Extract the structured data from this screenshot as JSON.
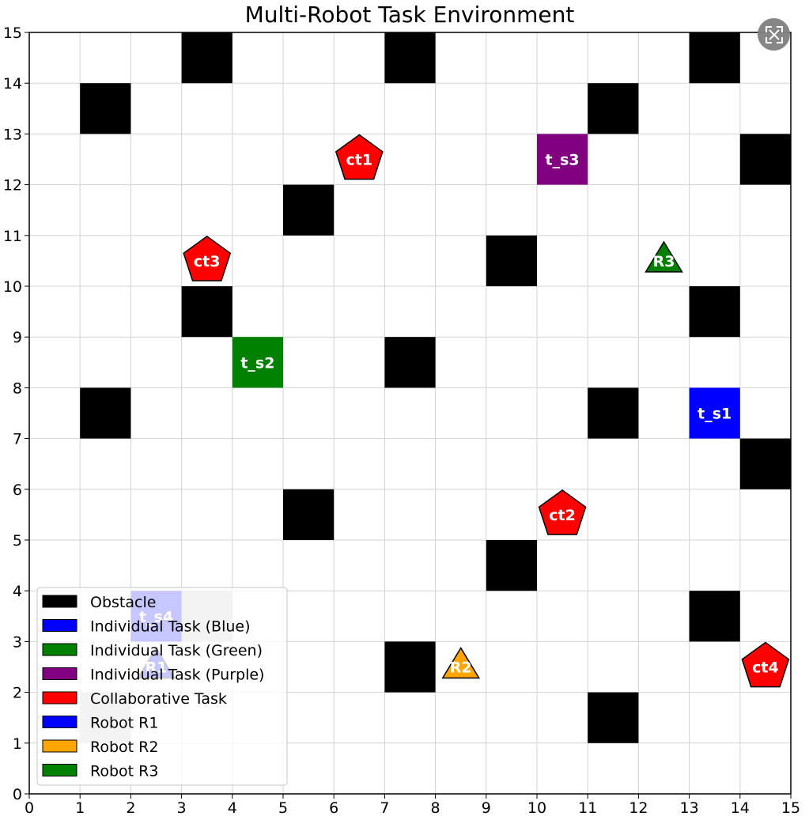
{
  "chart_data": {
    "type": "grid-map",
    "title": "Multi-Robot Task Environment",
    "xlim": [
      0,
      15
    ],
    "ylim": [
      0,
      15
    ],
    "grid": true,
    "x_ticks": [
      "0",
      "1",
      "2",
      "3",
      "4",
      "5",
      "6",
      "7",
      "8",
      "9",
      "10",
      "11",
      "12",
      "13",
      "14",
      "15"
    ],
    "y_ticks": [
      "0",
      "1",
      "2",
      "3",
      "4",
      "5",
      "6",
      "7",
      "8",
      "9",
      "10",
      "11",
      "12",
      "13",
      "14",
      "15"
    ],
    "obstacles": [
      [
        3,
        14
      ],
      [
        7,
        14
      ],
      [
        13,
        14
      ],
      [
        1,
        13
      ],
      [
        11,
        13
      ],
      [
        14,
        12
      ],
      [
        5,
        11
      ],
      [
        9,
        10
      ],
      [
        3,
        9
      ],
      [
        13,
        9
      ],
      [
        7,
        8
      ],
      [
        1,
        7
      ],
      [
        11,
        7
      ],
      [
        14,
        6
      ],
      [
        5,
        5
      ],
      [
        9,
        4
      ],
      [
        13,
        3
      ],
      [
        7,
        2
      ],
      [
        11,
        1
      ]
    ],
    "highlighted_cells": [
      [
        3,
        3
      ],
      [
        1,
        1
      ]
    ],
    "individual_tasks": [
      {
        "label": "t_s1",
        "x": 13,
        "y": 7,
        "color": "#0000ff"
      },
      {
        "label": "t_s2",
        "x": 4,
        "y": 8,
        "color": "#008000"
      },
      {
        "label": "t_s3",
        "x": 10,
        "y": 12,
        "color": "#800080"
      },
      {
        "label": "t_s4",
        "x": 2,
        "y": 3,
        "color": "#0000ff"
      }
    ],
    "collaborative_tasks": [
      {
        "label": "ct1",
        "x": 6.5,
        "y": 12.5
      },
      {
        "label": "ct2",
        "x": 10.5,
        "y": 5.5
      },
      {
        "label": "ct3",
        "x": 3.5,
        "y": 10.5
      },
      {
        "label": "ct4",
        "x": 14.5,
        "y": 2.5
      }
    ],
    "robots": [
      {
        "label": "R1",
        "x": 2.5,
        "y": 2.5,
        "color": "#0000ff"
      },
      {
        "label": "R2",
        "x": 8.5,
        "y": 2.5,
        "color": "#ffa500"
      },
      {
        "label": "R3",
        "x": 12.5,
        "y": 10.5,
        "color": "#008000"
      }
    ],
    "legend": {
      "placement": "lower-left",
      "entries": [
        {
          "label": "Obstacle",
          "color": "#000000"
        },
        {
          "label": "Individual Task (Blue)",
          "color": "#0000ff"
        },
        {
          "label": "Individual Task (Green)",
          "color": "#008000"
        },
        {
          "label": "Individual Task (Purple)",
          "color": "#800080"
        },
        {
          "label": "Collaborative Task",
          "color": "#ff0000"
        },
        {
          "label": "Robot R1",
          "color": "#0000ff"
        },
        {
          "label": "Robot R2",
          "color": "#ffa500"
        },
        {
          "label": "Robot R3",
          "color": "#008000"
        }
      ]
    },
    "colors": {
      "obstacle": "#000000",
      "collaborative": "#ff0000",
      "highlight": "#c8c8c8",
      "grid": "#d3d3d3"
    }
  },
  "ui": {
    "expand_icon": "expand-icon"
  }
}
